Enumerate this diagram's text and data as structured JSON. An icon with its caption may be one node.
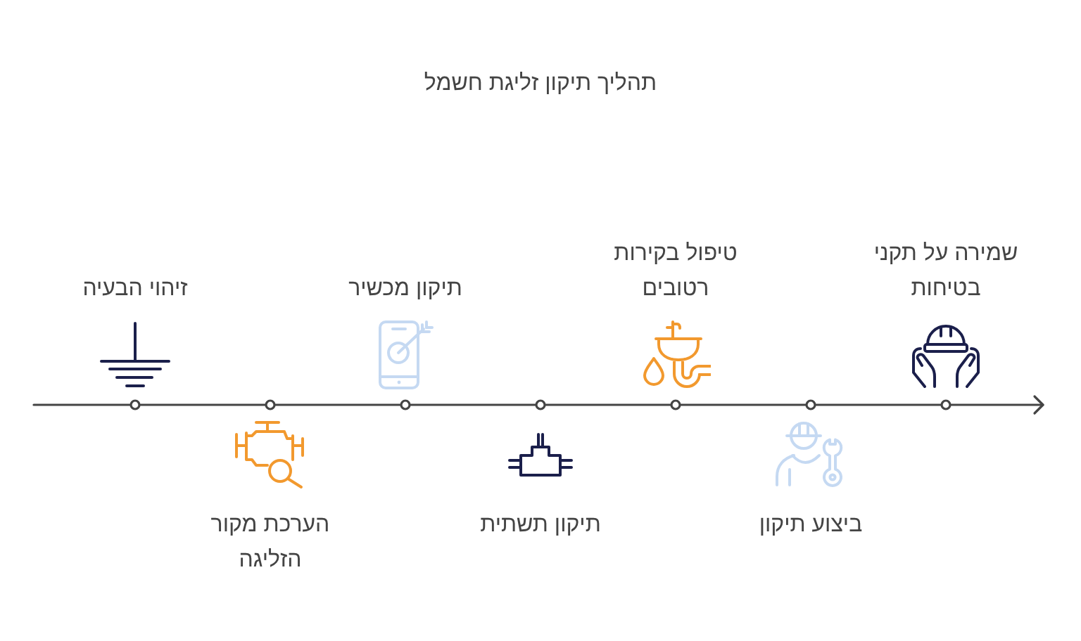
{
  "diagram": {
    "title": "תהליך תיקון זליגת חשמל",
    "nodes": [
      {
        "text": [
          "זיהוי הבעיה"
        ]
      },
      {
        "text": [
          "הערכת מקור הזליגה"
        ]
      },
      {
        "text": [
          "תיקון מכשיר"
        ]
      },
      {
        "text": [
          "תיקון תשתית"
        ]
      },
      {
        "text": [
          "טיפול בקירות רטובים"
        ]
      },
      {
        "text": [
          "ביצוע תיקון"
        ]
      },
      {
        "text": [
          "שמירה על תקני בטיחות"
        ]
      }
    ]
  }
}
